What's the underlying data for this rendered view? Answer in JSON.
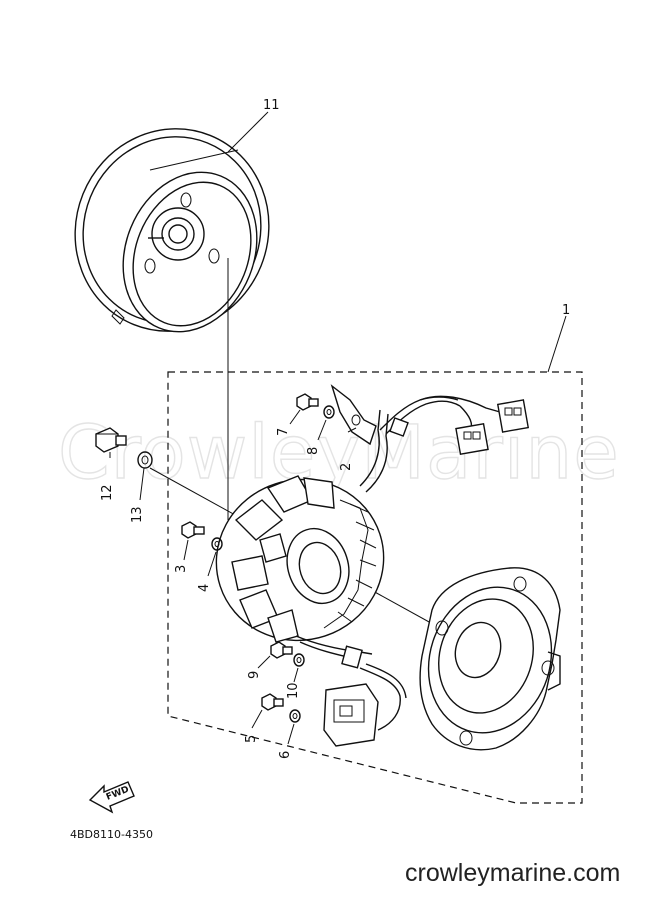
{
  "watermark": "CrowleyMarine",
  "diagram_code": "4BD8110-4350",
  "site_footer": "crowleymarine.com",
  "fwd_arrow_label": "FWD",
  "callouts": {
    "c1": "1",
    "c2": "2",
    "c3": "3",
    "c4": "4",
    "c5": "5",
    "c6": "6",
    "c7": "7",
    "c8": "8",
    "c9": "9",
    "c10": "10",
    "c11": "11",
    "c12": "12",
    "c13": "13"
  }
}
